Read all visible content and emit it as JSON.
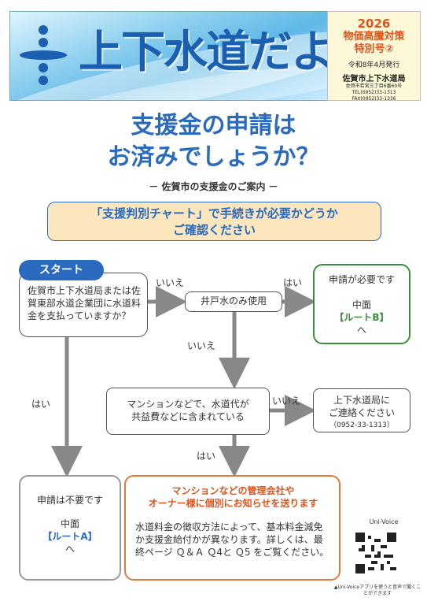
{
  "header": {
    "masthead_title": "上下水道だより",
    "year": "2026",
    "special_line1": "物価高騰対策",
    "special_line2": "特別号②",
    "issue_date": "令和8年4月発行",
    "org": "佐賀市上下水道局",
    "address": "佐賀市若宮三丁目6番60号",
    "tel": "TEL(0952)33-1313",
    "fax": "FAX(0952)33-1336"
  },
  "headline": {
    "line1": "支援金の申請は",
    "line2": "お済みでしょうか？"
  },
  "subline": "－ 佐賀市の支援金のご案内 －",
  "callout": {
    "line1": "「支援判別チャート」で手続きが必要かどうか",
    "line2": "ご確認ください"
  },
  "flow": {
    "start": "スタート",
    "q1": "佐賀市上下水道局または佐賀東部水道企業団に水道料金を支払っていますか？",
    "q2": "井戸水のみ使用",
    "q3_line1": "マンションなどで、水道代が",
    "q3_line2": "共益費などに含まれている",
    "label_iie": "いいえ",
    "label_hai": "はい",
    "route_b": {
      "line1": "申請が必要です",
      "line2": "中面",
      "line3": "【ルートB】",
      "line4": "へ"
    },
    "contact": {
      "line1": "上下水道局に",
      "line2": "ご連絡ください",
      "line3": "（0952-33-1313）"
    },
    "route_a": {
      "line1": "申請は不要です",
      "line2": "中面",
      "line3": "【ルートA】",
      "line4": "へ"
    },
    "notify": {
      "title1": "マンションなどの管理会社や",
      "title2": "オーナー様に個別にお知らせを送ります",
      "body": "水道料金の徴収方法によって、基本料金減免か支援金給付かが異なります。詳しくは、最終ページ Ｑ＆Ａ Ｑ4と Ｑ5 をご覧ください。"
    }
  },
  "qr": {
    "label": "Uni-Voice",
    "note": "▲Uni-Voiceアプリを使うと音声で聞くことができます"
  },
  "colors": {
    "blue": "#2a6bbf",
    "green": "#3a8f3a",
    "orange": "#e07a3a",
    "orange_text": "#e0531b",
    "callout_bg": "#fbe6bd"
  }
}
